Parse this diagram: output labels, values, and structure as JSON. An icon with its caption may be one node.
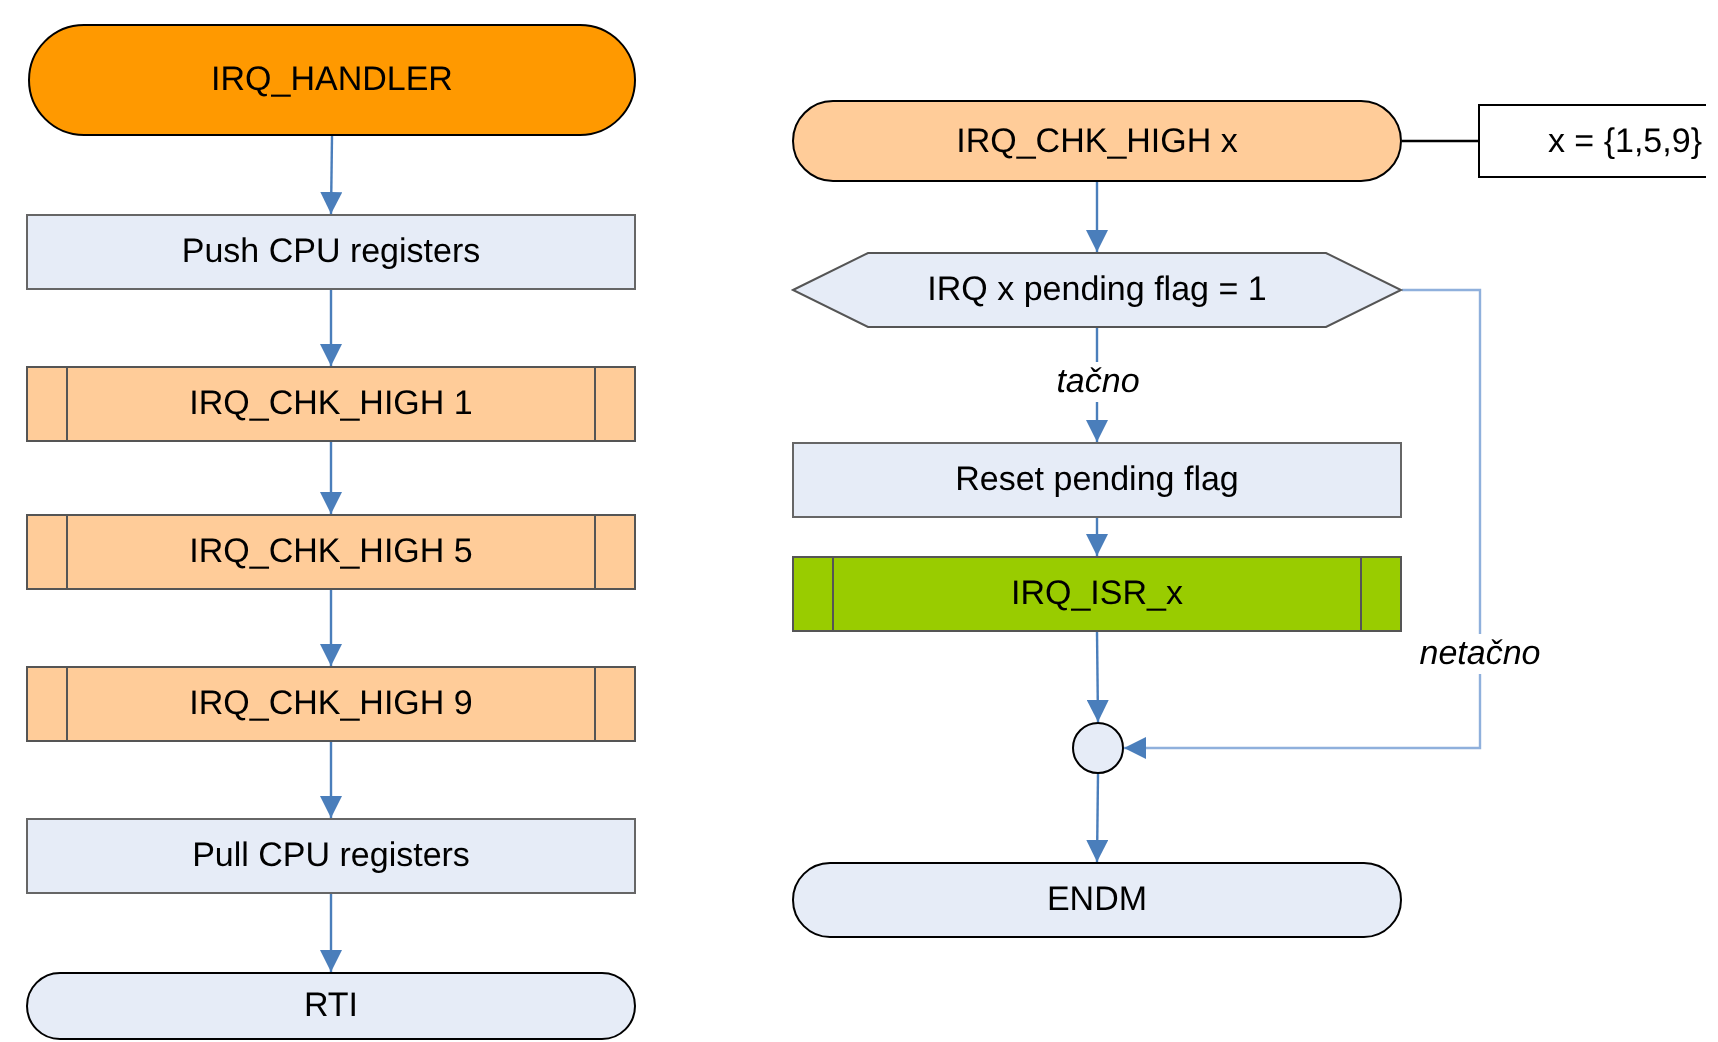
{
  "diagram": {
    "nodes": [
      {
        "text": [
          "IRQ_HANDLER"
        ]
      },
      {
        "text": [
          "Push CPU registers"
        ]
      },
      {
        "text": [
          "IRQ_CHK_HIGH 1"
        ]
      },
      {
        "text": [
          "IRQ_CHK_HIGH 5"
        ]
      },
      {
        "text": [
          "IRQ_CHK_HIGH 9"
        ]
      },
      {
        "text": [
          "Pull CPU registers"
        ]
      },
      {
        "text": [
          "RTI"
        ]
      },
      {
        "text": [
          "IRQ_CHK_HIGH x"
        ]
      },
      {
        "text": [
          "x = {1,5,9}"
        ]
      },
      {
        "text": [
          "IRQ x pending flag = 1"
        ]
      },
      {
        "text": [
          "Reset pending flag"
        ]
      },
      {
        "text": [
          "IRQ_ISR_x"
        ]
      },
      {
        "text": [],
        "shape": "circle"
      },
      {
        "text": [
          "ENDM"
        ]
      }
    ],
    "edges": [
      {
        "from": 0,
        "to": 1,
        "arrow": "to"
      },
      {
        "from": 1,
        "to": 2,
        "arrow": "to"
      },
      {
        "from": 2,
        "to": 3,
        "arrow": "to"
      },
      {
        "from": 3,
        "to": 4,
        "arrow": "to"
      },
      {
        "from": 4,
        "to": 5,
        "arrow": "to"
      },
      {
        "from": 5,
        "to": 6,
        "arrow": "to"
      },
      {
        "from": 7,
        "to": 8,
        "arrow": "none",
        "color": "#000000"
      },
      {
        "from": 7,
        "to": 9,
        "arrow": "to"
      },
      {
        "from": 9,
        "to": 10,
        "label": "tačno",
        "arrow": "to"
      },
      {
        "from": 10,
        "to": 11,
        "arrow": "to"
      },
      {
        "from": 11,
        "to": 12,
        "arrow": "to"
      },
      {
        "from": 9,
        "to": 12,
        "label": "netačno",
        "arrow": "to",
        "color": "#8fb0dc"
      },
      {
        "from": 12,
        "to": 13,
        "arrow": "to"
      }
    ]
  }
}
